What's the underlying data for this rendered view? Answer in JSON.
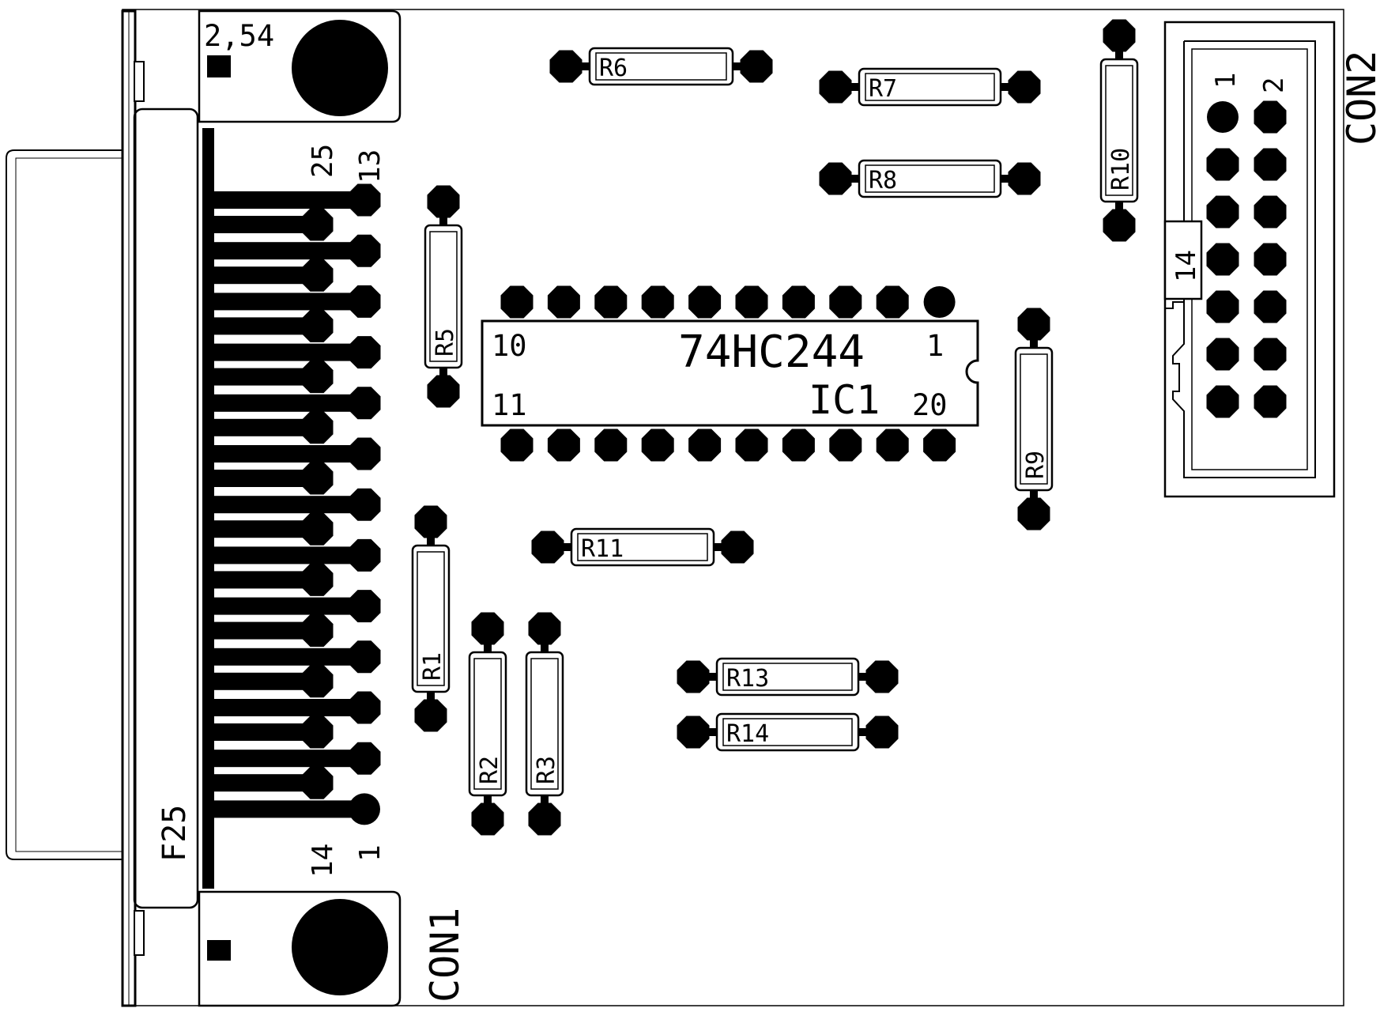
{
  "pitch_label": "2,54",
  "con1": {
    "designator": "CON1",
    "type_label": "F25",
    "pin_labels": {
      "top_row_first": "25",
      "bottom_row_first": "13",
      "top_row_last": "14",
      "bottom_row_last": "1"
    }
  },
  "con2": {
    "designator": "CON2",
    "pin_labels": {
      "first": "1",
      "second": "2",
      "last": "14"
    }
  },
  "ic1": {
    "designator": "IC1",
    "part": "74HC244",
    "pin_labels": {
      "top_left": "10",
      "top_right": "1",
      "bottom_left": "11",
      "bottom_right": "20"
    }
  },
  "resistors": [
    {
      "id": "r1",
      "label": "R1",
      "orientation": "vertical"
    },
    {
      "id": "r2",
      "label": "R2",
      "orientation": "vertical"
    },
    {
      "id": "r3",
      "label": "R3",
      "orientation": "vertical"
    },
    {
      "id": "r5",
      "label": "R5",
      "orientation": "vertical"
    },
    {
      "id": "r6",
      "label": "R6",
      "orientation": "horizontal"
    },
    {
      "id": "r7",
      "label": "R7",
      "orientation": "horizontal"
    },
    {
      "id": "r8",
      "label": "R8",
      "orientation": "horizontal"
    },
    {
      "id": "r9",
      "label": "R9",
      "orientation": "vertical"
    },
    {
      "id": "r10",
      "label": "R10",
      "orientation": "vertical"
    },
    {
      "id": "r11",
      "label": "R11",
      "orientation": "horizontal"
    },
    {
      "id": "r13",
      "label": "R13",
      "orientation": "horizontal"
    },
    {
      "id": "r14",
      "label": "R14",
      "orientation": "horizontal"
    }
  ]
}
